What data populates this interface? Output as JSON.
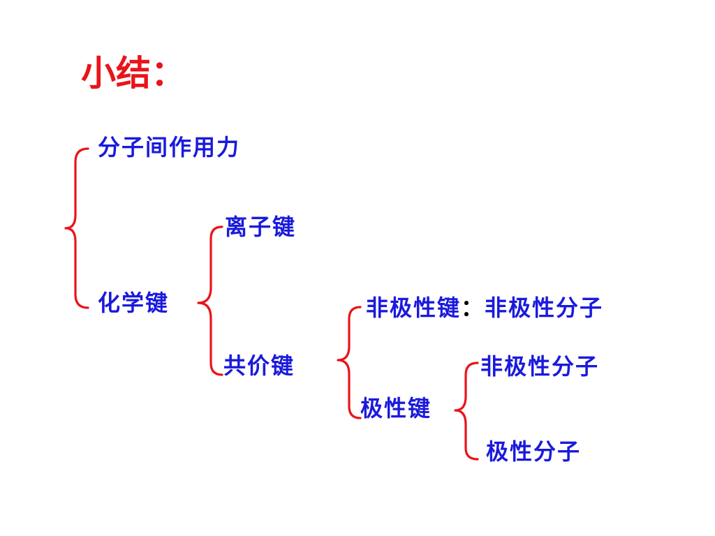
{
  "title": "小结：",
  "nodes": {
    "intermolecular_force": "分子间作用力",
    "chemical_bond": "化学键",
    "ionic_bond": "离子键",
    "covalent_bond": "共价键",
    "nonpolar_bond": "非极性键",
    "nonpolar_bond_sep": "：",
    "nonpolar_bond_result": "非极性分子",
    "polar_bond": "极性键",
    "polar_nonpolar_molecule": "非极性分子",
    "polar_molecule": "极性分子"
  },
  "colors": {
    "title": "#e8141a",
    "brace": "#e8141a",
    "text": "#1a1adc",
    "separator": "#000000"
  }
}
